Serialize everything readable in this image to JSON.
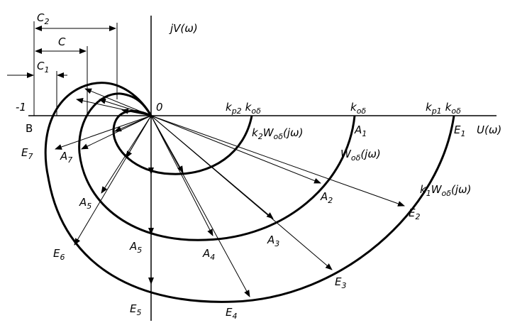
{
  "axes": {
    "imag": "jV(ω)",
    "real": "U(ω)",
    "origin": "0",
    "minus_one": "-1",
    "point_b": "B"
  },
  "dimensions": {
    "c2": "C",
    "c2_sub": "2",
    "c": "C",
    "c1": "C",
    "c1_sub": "1"
  },
  "axis_marks": {
    "kp2": "k",
    "kp2_sub": "p2",
    "kob_a": "k",
    "kob_a_sub": "oδ",
    "kob": "k",
    "kob_sub": "oδ",
    "kp1": "k",
    "kp1_sub": "p1",
    "kob_c": "k",
    "kob_c_sub": "oδ"
  },
  "curves": {
    "inner": {
      "pre": "k",
      "pre_sub": "2",
      "w": "W",
      "w_sub": "oδ",
      "arg": "(jω)"
    },
    "middle": {
      "w": "W",
      "w_sub": "oδ",
      "arg": "(jω)"
    },
    "outer": {
      "pre": "k",
      "pre_sub": "1",
      "w": "W",
      "w_sub": "oδ",
      "arg": "(jω)"
    }
  },
  "points": {
    "e1": "E",
    "e1_sub": "1",
    "e2": "E",
    "e2_sub": "2",
    "e3": "E",
    "e3_sub": "3",
    "e4": "E",
    "e4_sub": "4",
    "e5": "E",
    "e5_sub": "5",
    "e6": "E",
    "e6_sub": "6",
    "e7": "E",
    "e7_sub": "7",
    "a1": "A",
    "a1_sub": "1",
    "a2": "A",
    "a2_sub": "2",
    "a3": "A",
    "a3_sub": "3",
    "a4": "A",
    "a4_sub": "4",
    "a5": "A",
    "a5_sub": "5",
    "a5b": "A",
    "a5b_sub": "5",
    "a7": "A",
    "a7_sub": "7"
  }
}
